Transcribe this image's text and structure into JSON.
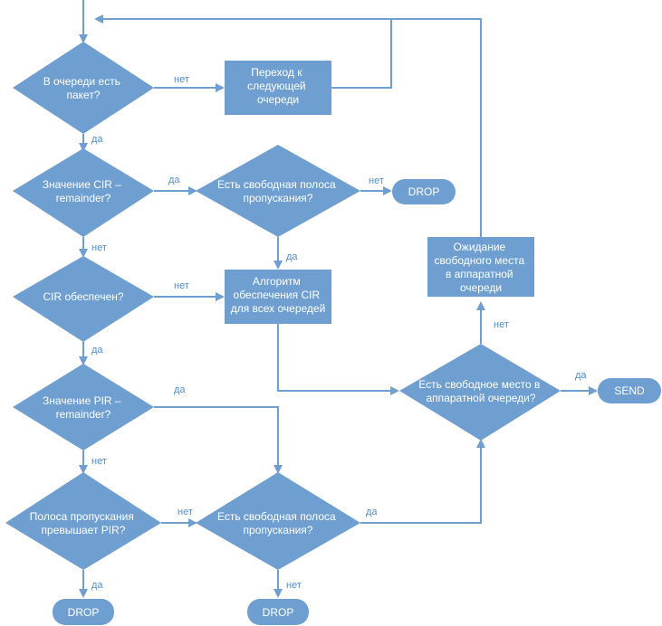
{
  "nodes": {
    "d1": {
      "type": "decision",
      "lines": [
        "В очереди есть",
        "пакет?"
      ]
    },
    "p1": {
      "type": "process",
      "lines": [
        "Переход к",
        "следующей",
        "очереди"
      ]
    },
    "d2": {
      "type": "decision",
      "lines": [
        "Значение CIR –",
        "remainder?"
      ]
    },
    "d3": {
      "type": "decision",
      "lines": [
        "Есть свободная полоса",
        "пропускания?"
      ]
    },
    "t1": {
      "type": "terminal",
      "lines": [
        "DROP"
      ]
    },
    "d4": {
      "type": "decision",
      "lines": [
        "CIR обеспечен?"
      ]
    },
    "p2": {
      "type": "process",
      "lines": [
        "Алгоритм",
        "обеспечения CIR",
        "для всех очередей"
      ]
    },
    "p3": {
      "type": "process",
      "lines": [
        "Ожидание",
        "свободного места",
        "в аппаратной",
        "очереди"
      ]
    },
    "d5": {
      "type": "decision",
      "lines": [
        "Значение PIR –",
        "remainder?"
      ]
    },
    "d6": {
      "type": "decision",
      "lines": [
        "Есть свободное место в",
        "аппаратной очереди?"
      ]
    },
    "t2": {
      "type": "terminal",
      "lines": [
        "SEND"
      ]
    },
    "d7": {
      "type": "decision",
      "lines": [
        "Полоса пропускания",
        "превышает PIR?"
      ]
    },
    "d8": {
      "type": "decision",
      "lines": [
        "Есть свободная полоса",
        "пропускания?"
      ]
    },
    "t3": {
      "type": "terminal",
      "lines": [
        "DROP"
      ]
    },
    "t4": {
      "type": "terminal",
      "lines": [
        "DROP"
      ]
    }
  },
  "edge_labels": {
    "d1_no": "нет",
    "d1_yes": "да",
    "d2_yes": "да",
    "d2_no": "нет",
    "d3_no": "нет",
    "d3_yes": "да",
    "d4_no": "нет",
    "d4_yes": "да",
    "d5_yes": "да",
    "d5_no": "нет",
    "d6_no": "нет",
    "d6_yes": "да",
    "d7_no": "нет",
    "d7_yes": "да",
    "d8_yes": "да",
    "d8_no": "нет"
  },
  "colors": {
    "shape": "#6f9fd1",
    "line": "#6f9fd1",
    "shape_text": "#ffffff",
    "edge_text": "#4f8fcf"
  }
}
